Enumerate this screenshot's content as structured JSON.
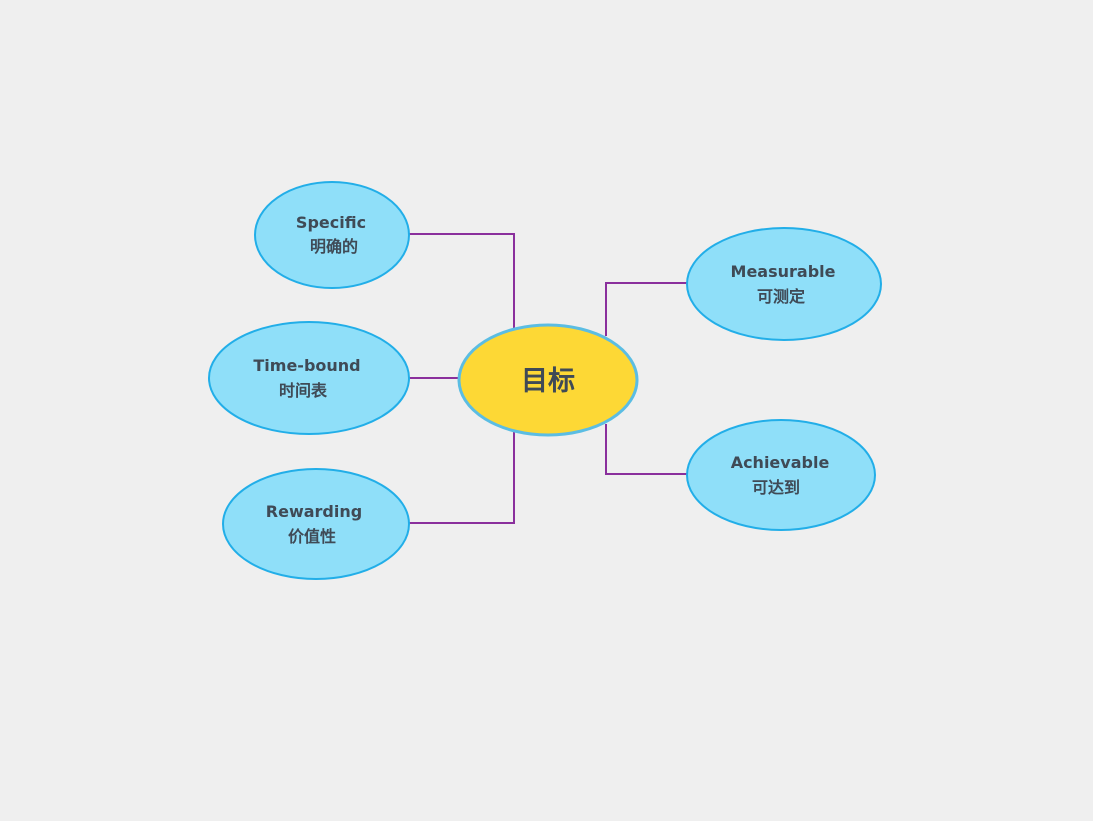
{
  "center": {
    "label": "目标"
  },
  "nodes": {
    "specific": {
      "en": "Specific",
      "zh": "明确的"
    },
    "time_bound": {
      "en": "Time-bound",
      "zh": "时间表"
    },
    "rewarding": {
      "en": "Rewarding",
      "zh": "价值性"
    },
    "measurable": {
      "en": "Measurable",
      "zh": "可测定"
    },
    "achievable": {
      "en": "Achievable",
      "zh": "可达到"
    }
  },
  "colors": {
    "background": "#efefef",
    "node_fill": "#8fdff9",
    "node_stroke": "#22aee8",
    "center_fill": "#fdd835",
    "connector": "#8a2f9c",
    "text": "#3f4a56"
  }
}
